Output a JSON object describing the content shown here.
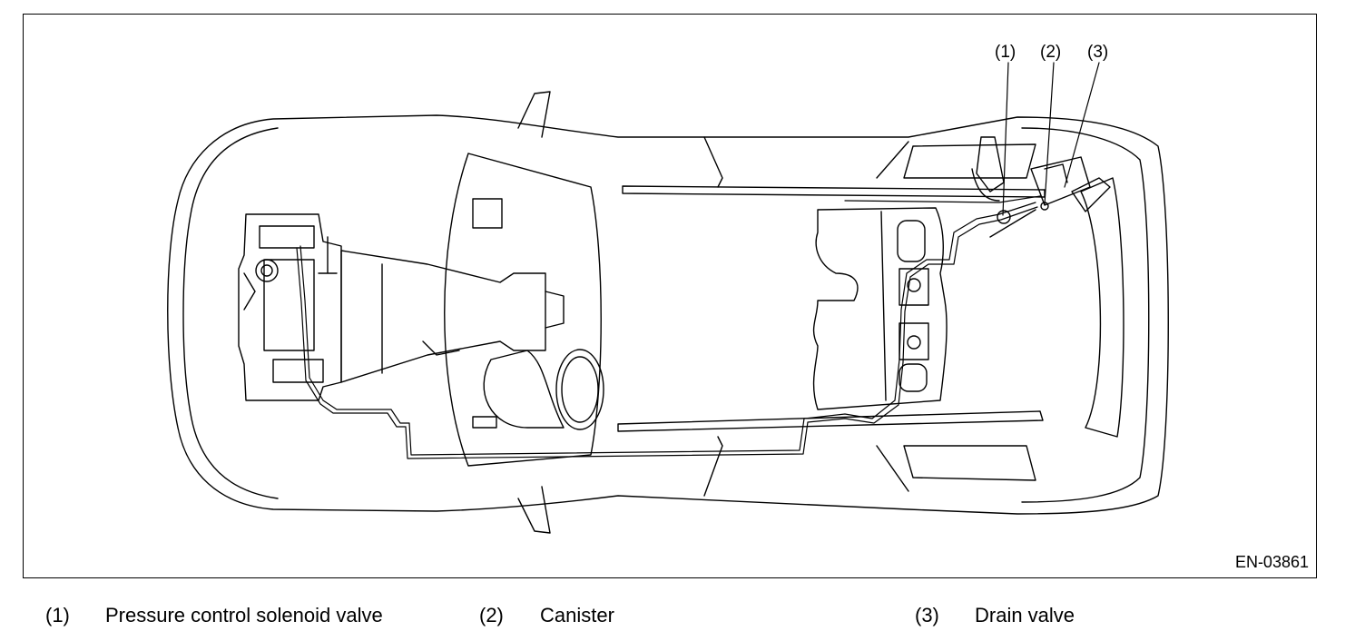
{
  "callouts": [
    {
      "id": "1",
      "label": "(1)"
    },
    {
      "id": "2",
      "label": "(2)"
    },
    {
      "id": "3",
      "label": "(3)"
    }
  ],
  "figure_code": "EN-03861",
  "legend": [
    {
      "num": "(1)",
      "text": "Pressure control solenoid valve"
    },
    {
      "num": "(2)",
      "text": "Canister"
    },
    {
      "num": "(3)",
      "text": "Drain valve"
    }
  ]
}
